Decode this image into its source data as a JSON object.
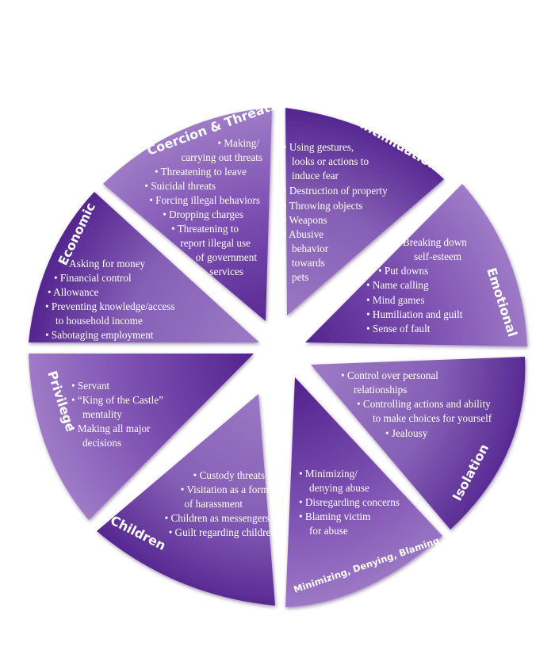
{
  "colors": {
    "segment_light": "#a27fc9",
    "segment_mid": "#8660b6",
    "segment_dark": "#4a1a86",
    "text": "#ffffff"
  },
  "segments": [
    {
      "id": "coercion-threats",
      "title": "Coercion & Threats",
      "items": [
        "• Making/",
        "carrying out threats",
        "• Threatening to leave",
        "• Suicidal threats",
        "• Forcing illegal behaviors",
        "• Dropping charges",
        "• Threatening to",
        "report illegal use",
        "of government",
        "services"
      ]
    },
    {
      "id": "intimidation",
      "title": "Intimidation",
      "items": [
        "• Using gestures,",
        "looks or actions to",
        "induce fear",
        "• Destruction of property",
        "• Throwing objects",
        "• Weapons",
        "• Abusive",
        "behavior",
        "towards",
        "pets"
      ]
    },
    {
      "id": "emotional",
      "title": "Emotional",
      "items": [
        "• Breaking down",
        "self-esteem",
        "• Put downs",
        "• Name calling",
        "• Mind games",
        "• Humiliation and guilt",
        "• Sense of fault"
      ]
    },
    {
      "id": "isolation",
      "title": "Isolation",
      "items": [
        "• Control over personal",
        "relationships",
        "• Controlling actions and ability",
        "to make choices for yourself",
        "• Jealousy"
      ]
    },
    {
      "id": "minimizing",
      "title": "Minimizing, Denying, Blaming",
      "items": [
        "• Minimizing/",
        "denying abuse",
        "• Disregarding concerns",
        "• Blaming victim",
        "for abuse"
      ]
    },
    {
      "id": "children",
      "title": "Children",
      "items": [
        "• Custody threats",
        "• Visitation as a form",
        "of harassment",
        "• Children as messengers",
        "• Guilt regarding children"
      ]
    },
    {
      "id": "privilege",
      "title": "Privilege",
      "items": [
        "• Servant",
        "• “King of the Castle”",
        "mentality",
        "• Making all major",
        "decisions"
      ]
    },
    {
      "id": "economic",
      "title": "Economic",
      "items": [
        "• Asking for money",
        "• Financial control",
        "• Allowance",
        "• Preventing knowledge/access",
        "to household income",
        "• Sabotaging employment"
      ]
    }
  ]
}
